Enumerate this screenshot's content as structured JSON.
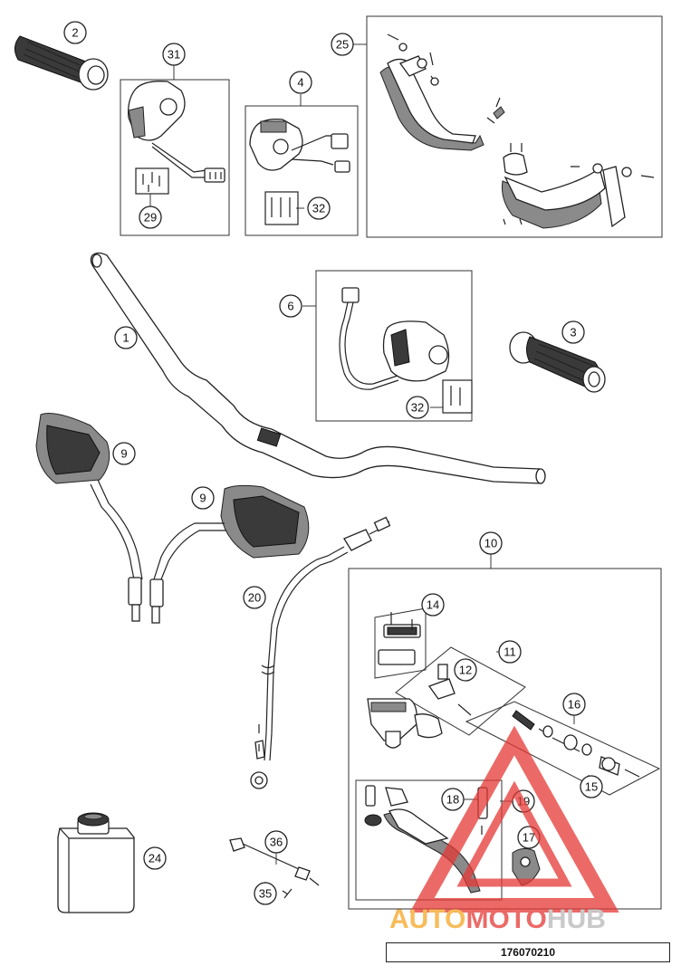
{
  "diagram": {
    "document_number": "176070210",
    "callouts": [
      {
        "id": "c1",
        "label": "1"
      },
      {
        "id": "c2",
        "label": "2"
      },
      {
        "id": "c3",
        "label": "3"
      },
      {
        "id": "c4",
        "label": "4"
      },
      {
        "id": "c6",
        "label": "6"
      },
      {
        "id": "c9a",
        "label": "9"
      },
      {
        "id": "c9b",
        "label": "9"
      },
      {
        "id": "c10",
        "label": "10"
      },
      {
        "id": "c11",
        "label": "11"
      },
      {
        "id": "c12",
        "label": "12"
      },
      {
        "id": "c14",
        "label": "14"
      },
      {
        "id": "c15",
        "label": "15"
      },
      {
        "id": "c16",
        "label": "16"
      },
      {
        "id": "c17",
        "label": "17"
      },
      {
        "id": "c18",
        "label": "18"
      },
      {
        "id": "c19",
        "label": "19"
      },
      {
        "id": "c20",
        "label": "20"
      },
      {
        "id": "c24",
        "label": "24"
      },
      {
        "id": "c25",
        "label": "25"
      },
      {
        "id": "c29",
        "label": "29"
      },
      {
        "id": "c31",
        "label": "31"
      },
      {
        "id": "c32a",
        "label": "32"
      },
      {
        "id": "c32b",
        "label": "32"
      },
      {
        "id": "c35",
        "label": "35"
      },
      {
        "id": "c36",
        "label": "36"
      }
    ]
  },
  "watermark": {
    "part1": "AUTO",
    "part2": "MOTO",
    "part3": "HUB",
    "color_orange": "#f5a623",
    "color_red": "#e53935"
  }
}
